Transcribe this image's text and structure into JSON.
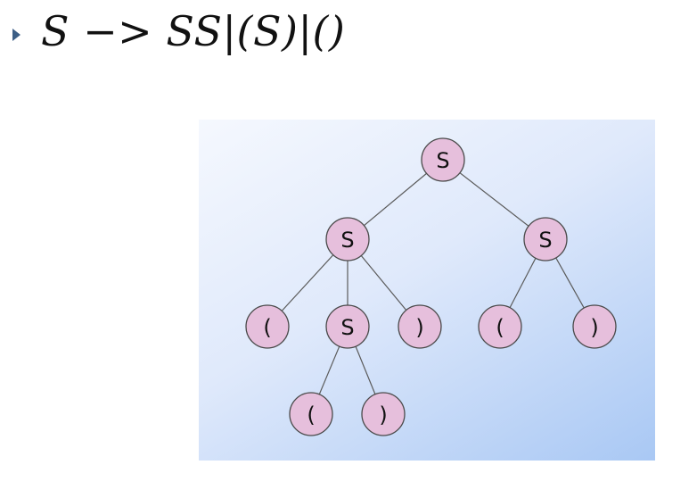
{
  "bullet": {
    "icon": "triangle-bullet-icon",
    "formula": "S −> SS|(S)|()"
  },
  "tree": {
    "nodes": [
      {
        "id": "n0",
        "label": "S"
      },
      {
        "id": "n1",
        "label": "S"
      },
      {
        "id": "n2",
        "label": "S"
      },
      {
        "id": "n3",
        "label": "("
      },
      {
        "id": "n4",
        "label": "S"
      },
      {
        "id": "n5",
        "label": ")"
      },
      {
        "id": "n6",
        "label": "("
      },
      {
        "id": "n7",
        "label": ")"
      },
      {
        "id": "n8",
        "label": "("
      },
      {
        "id": "n9",
        "label": ")"
      }
    ],
    "edges": [
      [
        "n0",
        "n1"
      ],
      [
        "n0",
        "n2"
      ],
      [
        "n1",
        "n3"
      ],
      [
        "n1",
        "n4"
      ],
      [
        "n1",
        "n5"
      ],
      [
        "n2",
        "n6"
      ],
      [
        "n2",
        "n7"
      ],
      [
        "n4",
        "n8"
      ],
      [
        "n4",
        "n9"
      ]
    ],
    "colors": {
      "node_fill": "#e6bfdc",
      "node_stroke": "#4a4a4a",
      "edge": "#5a5a5a"
    }
  }
}
